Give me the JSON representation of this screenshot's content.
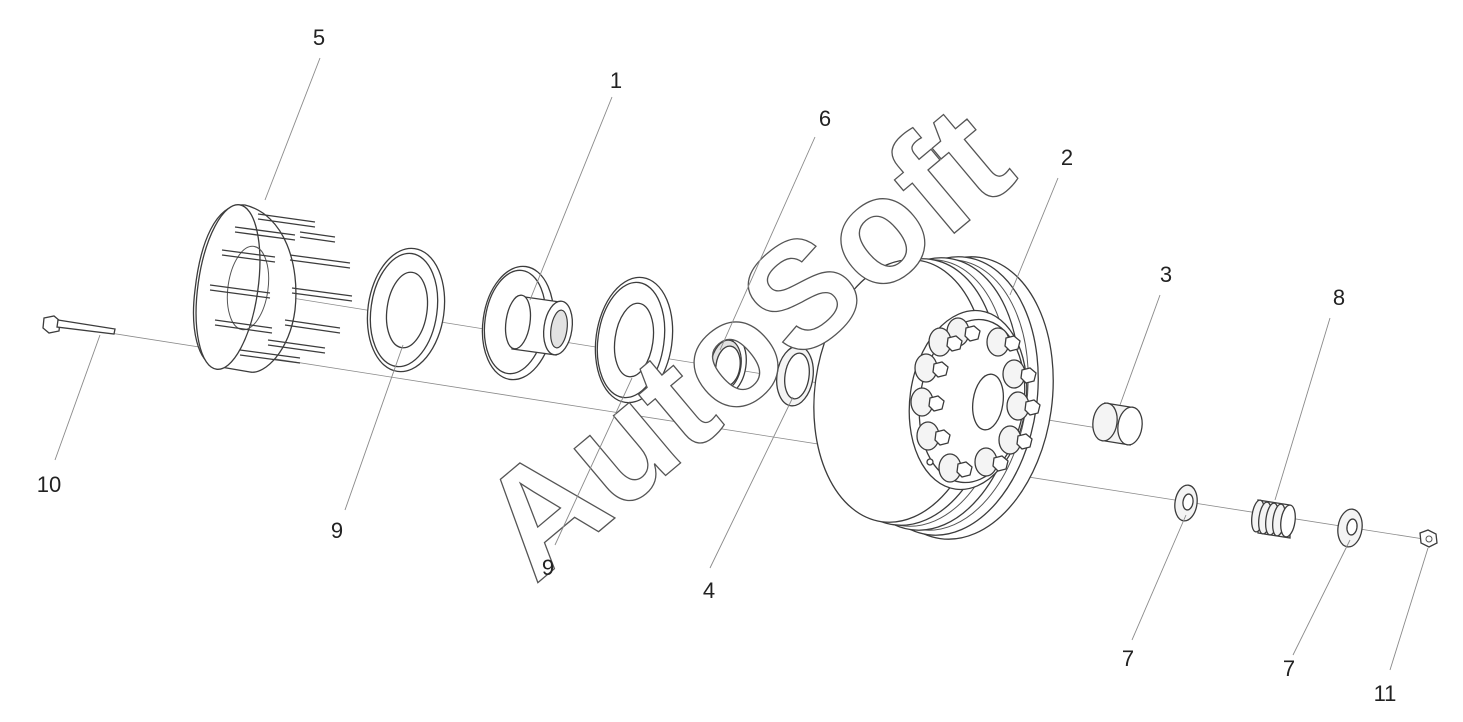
{
  "watermark": "AutoSoft",
  "callouts": [
    {
      "id": "c5",
      "label": "5"
    },
    {
      "id": "c1",
      "label": "1"
    },
    {
      "id": "c6",
      "label": "6"
    },
    {
      "id": "c2",
      "label": "2"
    },
    {
      "id": "c3",
      "label": "3"
    },
    {
      "id": "c8",
      "label": "8"
    },
    {
      "id": "c10",
      "label": "10"
    },
    {
      "id": "c9a",
      "label": "9"
    },
    {
      "id": "c9b",
      "label": "9"
    },
    {
      "id": "c4",
      "label": "4"
    },
    {
      "id": "c7a",
      "label": "7"
    },
    {
      "id": "c7b",
      "label": "7"
    },
    {
      "id": "c11",
      "label": "11"
    }
  ]
}
